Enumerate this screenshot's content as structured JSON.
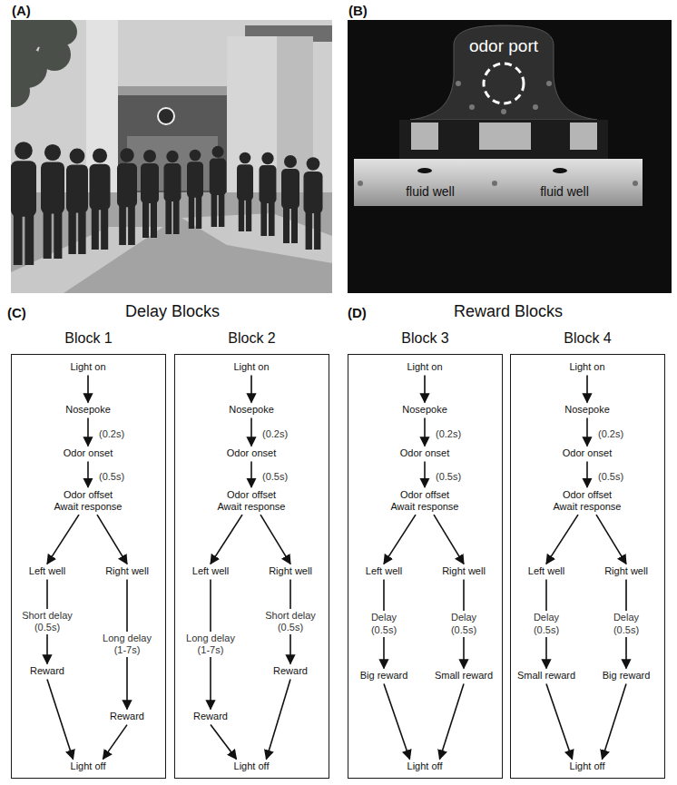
{
  "diagram": {
    "nodes": [
      {
        "text": [
          "Block 1"
        ]
      },
      {
        "text": [
          "Light on"
        ],
        "in": 0
      },
      {
        "text": [
          "Nosepoke"
        ],
        "in": 0
      },
      {
        "text": [
          "Odor onset"
        ],
        "in": 0
      },
      {
        "text": [
          "Odor offset Await response"
        ],
        "in": 0
      },
      {
        "text": [
          "Left well"
        ],
        "in": 0
      },
      {
        "text": [
          "Right well"
        ],
        "in": 0
      },
      {
        "text": [
          "Reward"
        ],
        "in": 0
      },
      {
        "text": [
          "Reward"
        ],
        "in": 0
      },
      {
        "text": [
          "Light off"
        ],
        "in": 0
      },
      {
        "text": [
          "Block 2"
        ]
      },
      {
        "text": [
          "Light on"
        ],
        "in": 10
      },
      {
        "text": [
          "Nosepoke"
        ],
        "in": 10
      },
      {
        "text": [
          "Odor onset"
        ],
        "in": 10
      },
      {
        "text": [
          "Odor offset Await response"
        ],
        "in": 10
      },
      {
        "text": [
          "Left well"
        ],
        "in": 10
      },
      {
        "text": [
          "Right well"
        ],
        "in": 10
      },
      {
        "text": [
          "Reward"
        ],
        "in": 10
      },
      {
        "text": [
          "Reward"
        ],
        "in": 10
      },
      {
        "text": [
          "Light off"
        ],
        "in": 10
      },
      {
        "text": [
          "Block 3"
        ]
      },
      {
        "text": [
          "Light on"
        ],
        "in": 20
      },
      {
        "text": [
          "Nosepoke"
        ],
        "in": 20
      },
      {
        "text": [
          "Odor onset"
        ],
        "in": 20
      },
      {
        "text": [
          "Odor offset Await response"
        ],
        "in": 20
      },
      {
        "text": [
          "Left well"
        ],
        "in": 20
      },
      {
        "text": [
          "Right well"
        ],
        "in": 20
      },
      {
        "text": [
          "Big reward"
        ],
        "in": 20
      },
      {
        "text": [
          "Small reward"
        ],
        "in": 20
      },
      {
        "text": [
          "Light off"
        ],
        "in": 20
      },
      {
        "text": [
          "Block 4"
        ]
      },
      {
        "text": [
          "Light on"
        ],
        "in": 30
      },
      {
        "text": [
          "Nosepoke"
        ],
        "in": 30
      },
      {
        "text": [
          "Odor onset"
        ],
        "in": 30
      },
      {
        "text": [
          "Odor offset Await response"
        ],
        "in": 30
      },
      {
        "text": [
          "Left well"
        ],
        "in": 30
      },
      {
        "text": [
          "Right well"
        ],
        "in": 30
      },
      {
        "text": [
          "Small reward"
        ],
        "in": 30
      },
      {
        "text": [
          "Big reward"
        ],
        "in": 30
      },
      {
        "text": [
          "Light off"
        ],
        "in": 30
      }
    ],
    "edges": [
      {
        "from": 1,
        "to": 2,
        "arrow": "to"
      },
      {
        "from": 2,
        "to": 3,
        "arrow": "to",
        "label": "(0.2s)"
      },
      {
        "from": 3,
        "to": 4,
        "arrow": "to",
        "label": "(0.5s)"
      },
      {
        "from": 4,
        "to": 5,
        "arrow": "to"
      },
      {
        "from": 4,
        "to": 6,
        "arrow": "to"
      },
      {
        "from": 5,
        "to": 7,
        "arrow": "to",
        "label": "Short delay (0.5s)"
      },
      {
        "from": 6,
        "to": 8,
        "arrow": "to",
        "label": "Long delay (1-7s)"
      },
      {
        "from": 7,
        "to": 9,
        "arrow": "to"
      },
      {
        "from": 8,
        "to": 9,
        "arrow": "to"
      },
      {
        "from": 11,
        "to": 12,
        "arrow": "to"
      },
      {
        "from": 12,
        "to": 13,
        "arrow": "to",
        "label": "(0.2s)"
      },
      {
        "from": 13,
        "to": 14,
        "arrow": "to",
        "label": "(0.5s)"
      },
      {
        "from": 14,
        "to": 15,
        "arrow": "to"
      },
      {
        "from": 14,
        "to": 16,
        "arrow": "to"
      },
      {
        "from": 15,
        "to": 17,
        "arrow": "to",
        "label": "Long delay (1-7s)"
      },
      {
        "from": 16,
        "to": 18,
        "arrow": "to",
        "label": "Short delay (0.5s)"
      },
      {
        "from": 17,
        "to": 19,
        "arrow": "to"
      },
      {
        "from": 18,
        "to": 19,
        "arrow": "to"
      },
      {
        "from": 21,
        "to": 22,
        "arrow": "to"
      },
      {
        "from": 22,
        "to": 23,
        "arrow": "to",
        "label": "(0.2s)"
      },
      {
        "from": 23,
        "to": 24,
        "arrow": "to",
        "label": "(0.5s)"
      },
      {
        "from": 24,
        "to": 25,
        "arrow": "to"
      },
      {
        "from": 24,
        "to": 26,
        "arrow": "to"
      },
      {
        "from": 25,
        "to": 27,
        "arrow": "to",
        "label": "Delay (0.5s)"
      },
      {
        "from": 26,
        "to": 28,
        "arrow": "to",
        "label": "Delay (0.5s)"
      },
      {
        "from": 27,
        "to": 29,
        "arrow": "to"
      },
      {
        "from": 28,
        "to": 29,
        "arrow": "to"
      },
      {
        "from": 31,
        "to": 32,
        "arrow": "to"
      },
      {
        "from": 32,
        "to": 33,
        "arrow": "to",
        "label": "(0.2s)"
      },
      {
        "from": 33,
        "to": 34,
        "arrow": "to",
        "label": "(0.5s)"
      },
      {
        "from": 34,
        "to": 35,
        "arrow": "to"
      },
      {
        "from": 34,
        "to": 36,
        "arrow": "to"
      },
      {
        "from": 35,
        "to": 37,
        "arrow": "to",
        "label": "Delay (0.5s)"
      },
      {
        "from": 36,
        "to": 38,
        "arrow": "to",
        "label": "Delay (0.5s)"
      },
      {
        "from": 37,
        "to": 39,
        "arrow": "to"
      },
      {
        "from": 38,
        "to": 39,
        "arrow": "to"
      }
    ],
    "labels": [
      "(A)",
      "(B)",
      "odor port",
      "fluid well",
      "fluid well",
      "(C)",
      "Delay Blocks",
      "(D)",
      "Reward Blocks"
    ]
  }
}
